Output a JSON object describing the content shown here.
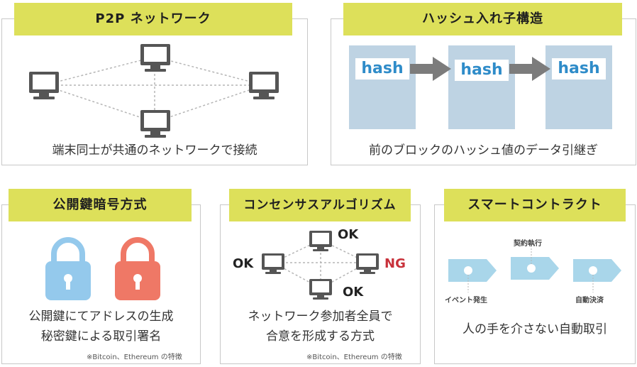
{
  "p2p": {
    "title": "P2P ネットワーク",
    "caption": "端末同士が共通のネットワークで接続"
  },
  "hash": {
    "title": "ハッシュ入れ子構造",
    "label": "hash",
    "caption": "前のブロックのハッシュ値のデータ引継ぎ"
  },
  "pubkey": {
    "title": "公開鍵暗号方式",
    "caption_line1": "公開鍵にてアドレスの生成",
    "caption_line2": "秘密鍵による取引署名",
    "note": "※Bitcoin、Ethereum の特徴"
  },
  "consensus": {
    "title": "コンセンサスアルゴリズム",
    "ok_top": "OK",
    "ok_left": "OK",
    "ng_right": "NG",
    "ok_bottom": "OK",
    "caption_line1": "ネットワーク参加者全員で",
    "caption_line2": "合意を形成する方式",
    "note": "※Bitcoin、Ethereum の特徴"
  },
  "smart": {
    "title": "スマートコントラクト",
    "step1": "イベント発生",
    "step2": "契約執行",
    "step3": "自動決済",
    "caption": "人の手を介さない自動取引"
  },
  "colors": {
    "title_bg": "#dde05a",
    "hash_box": "#bed3e3",
    "hash_text": "#2f8cc9",
    "lock_blue": "#94c9ec",
    "lock_red": "#ef7866",
    "arrow": "#7c7c7c",
    "ng": "#c8313a",
    "step": "#a9d6ea"
  }
}
